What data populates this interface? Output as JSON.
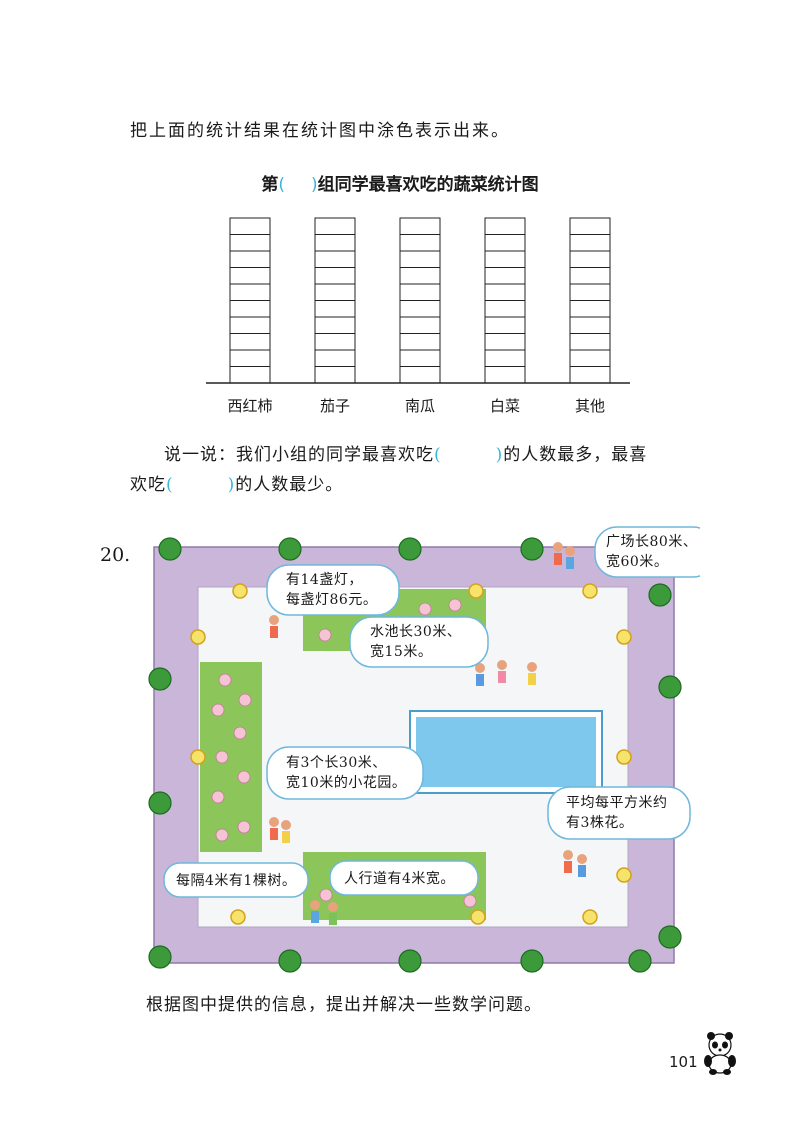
{
  "intro_text": "把上面的统计结果在统计图中涂色表示出来。",
  "chart": {
    "title_prefix": "第",
    "paren_open": "(",
    "paren_close": ")",
    "title_suffix": "组同学最喜欢吃的蔬菜统计图"
  },
  "chart_data": {
    "type": "bar",
    "title": "第(   )组同学最喜欢吃的蔬菜统计图",
    "categories": [
      "西红柿",
      "茄子",
      "南瓜",
      "白菜",
      "其他"
    ],
    "cells_per_column": 10
  },
  "say_one": {
    "part1": "说一说：我们小组的同学最喜欢吃",
    "paren_open": "(",
    "paren_close": ")",
    "part2": "的人数最多，最喜",
    "part3": "欢吃",
    "part4": "的人数最少。"
  },
  "question": {
    "number": "20.",
    "bubbles": {
      "plaza_line1": "广场长80米、",
      "plaza_line2": "宽60米。",
      "lamp_line1": "有14盏灯，",
      "lamp_line2": "每盏灯86元。",
      "pool_line1": "水池长30米、",
      "pool_line2": "宽15米。",
      "garden_line1": "有3个长30米、",
      "garden_line2": "宽10米的小花园。",
      "flower_line1": "平均每平方米约",
      "flower_line2": "有3株花。",
      "tree": "每隔4米有1棵树。",
      "walkway": "人行道有4米宽。"
    },
    "instruction": "根据图中提供的信息，提出并解决一些数学问题。"
  },
  "page_number": "101",
  "colors": {
    "walkway": "#c9b6d8",
    "plaza": "#f4f6f7",
    "garden": "#8cc55a",
    "pool": "#7ec8ee",
    "tree": "#3c9a3a",
    "paren": "#38b6d6"
  }
}
